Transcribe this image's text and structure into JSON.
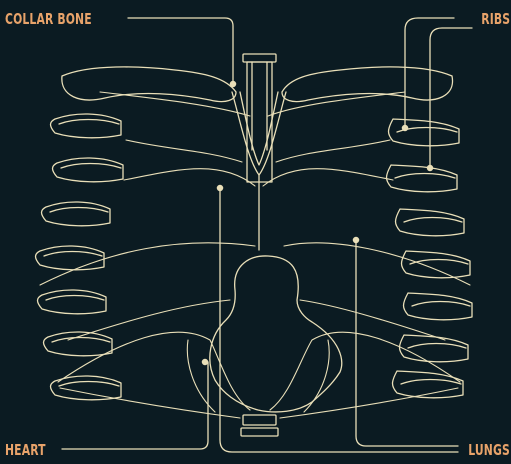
{
  "labels": {
    "collar_bone": "COLLAR BONE",
    "ribs": "RIBS",
    "heart": "HEART",
    "lungs": "LUNGS"
  },
  "colors": {
    "background": "#0b1b22",
    "line": "#e9dfb8",
    "label": "#e8a36a"
  }
}
